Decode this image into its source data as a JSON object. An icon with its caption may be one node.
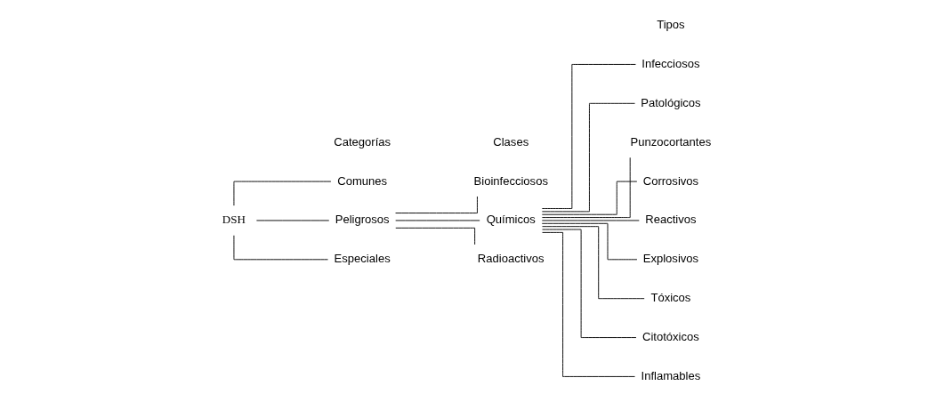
{
  "diagram": {
    "nodes": [
      {
        "text": [
          "DSH"
        ]
      },
      {
        "text": [
          "Comunes"
        ]
      },
      {
        "text": [
          "Peligrosos"
        ]
      },
      {
        "text": [
          "Especiales"
        ]
      },
      {
        "text": [
          "Bioinfecciosos"
        ]
      },
      {
        "text": [
          "Químicos"
        ]
      },
      {
        "text": [
          "Radioactivos"
        ]
      },
      {
        "text": [
          "Infecciosos"
        ]
      },
      {
        "text": [
          "Patológicos"
        ]
      },
      {
        "text": [
          "Punzocortantes"
        ]
      },
      {
        "text": [
          "Corrosivos"
        ]
      },
      {
        "text": [
          "Reactivos"
        ]
      },
      {
        "text": [
          "Explosivos"
        ]
      },
      {
        "text": [
          "Tóxicos"
        ]
      },
      {
        "text": [
          "Citotóxicos"
        ]
      },
      {
        "text": [
          "Inflamables"
        ]
      }
    ],
    "edges": [
      {
        "from": 0,
        "to": 1,
        "arrow": "none"
      },
      {
        "from": 0,
        "to": 2,
        "arrow": "none"
      },
      {
        "from": 0,
        "to": 3,
        "arrow": "none"
      },
      {
        "from": 2,
        "to": 4,
        "arrow": "none"
      },
      {
        "from": 2,
        "to": 5,
        "arrow": "none"
      },
      {
        "from": 2,
        "to": 6,
        "arrow": "none"
      },
      {
        "from": 5,
        "to": 7,
        "arrow": "none"
      },
      {
        "from": 5,
        "to": 8,
        "arrow": "none"
      },
      {
        "from": 5,
        "to": 9,
        "arrow": "none"
      },
      {
        "from": 5,
        "to": 10,
        "arrow": "none"
      },
      {
        "from": 5,
        "to": 11,
        "arrow": "none"
      },
      {
        "from": 5,
        "to": 12,
        "arrow": "none"
      },
      {
        "from": 5,
        "to": 13,
        "arrow": "none"
      },
      {
        "from": 5,
        "to": 14,
        "arrow": "none"
      },
      {
        "from": 5,
        "to": 15,
        "arrow": "none"
      }
    ],
    "labels": [
      "Categorías",
      "Clases",
      "Tipos"
    ]
  }
}
